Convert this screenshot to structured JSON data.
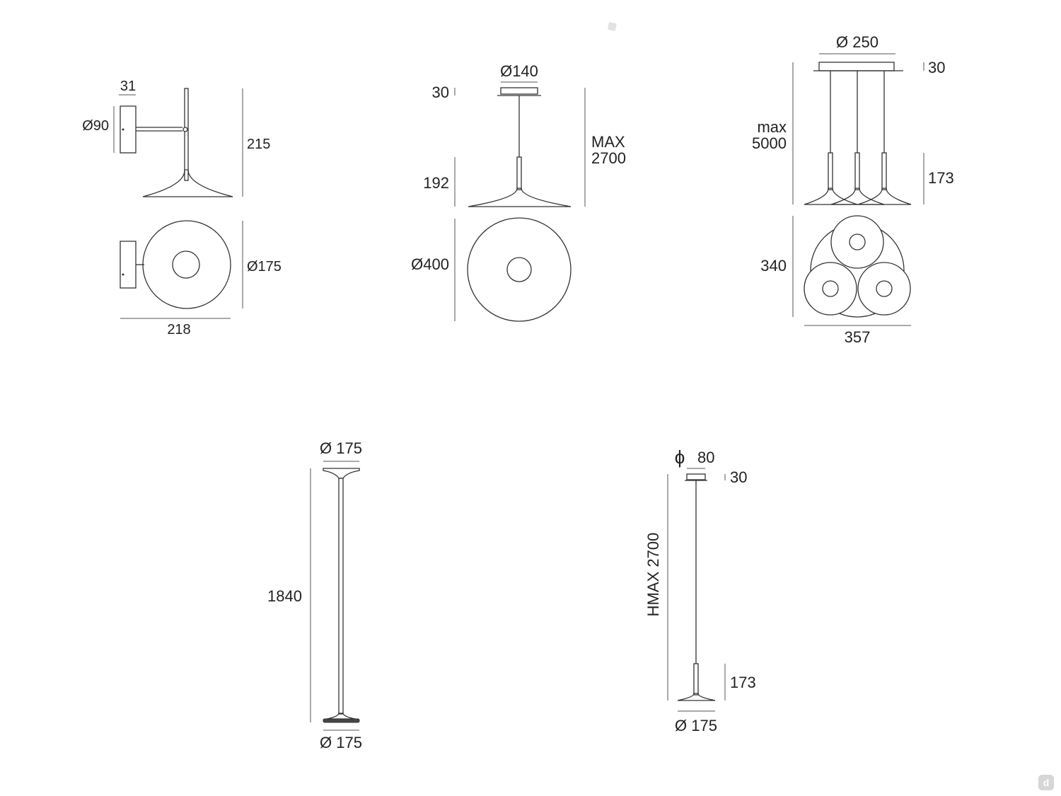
{
  "diagram": {
    "wall_lamp": {
      "depth_top": "31",
      "plate_diameter": "Ø90",
      "height": "215",
      "shade_diameter": "Ø175",
      "total_width": "218"
    },
    "pendant_single": {
      "canopy_diameter": "Ø140",
      "canopy_height": "30",
      "max_label": "MAX",
      "max_value": "2700",
      "body_height": "192",
      "shade_diameter": "Ø400"
    },
    "pendant_triple": {
      "canopy_diameter": "Ø 250",
      "canopy_height": "30",
      "max_label": "max",
      "max_value": "5000",
      "body_height": "173",
      "cluster_depth": "340",
      "cluster_width": "357"
    },
    "floor_lamp": {
      "head_diameter": "Ø 175",
      "height": "1840",
      "base_diameter": "Ø 175"
    },
    "pendant_small": {
      "phi_symbol": "ϕ",
      "canopy_diameter": "80",
      "canopy_height": "30",
      "hmax": "HMAX 2700",
      "body_height": "173",
      "shade_diameter": "Ø 175"
    }
  },
  "watermark": {
    "text": "d"
  },
  "colors": {
    "line": "#333333",
    "text": "#222222",
    "background": "#ffffff"
  }
}
